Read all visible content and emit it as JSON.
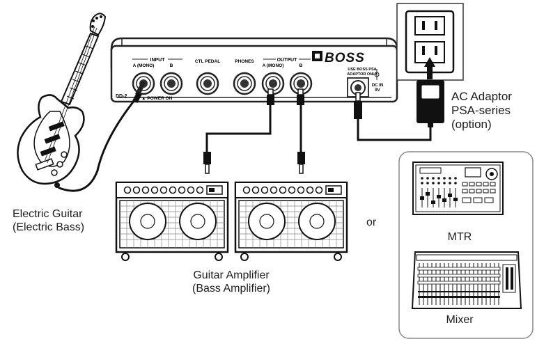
{
  "pedal": {
    "brand": "BOSS",
    "model_partial": "DD-2",
    "input_group": "INPUT",
    "input_a": "A (MONO)",
    "input_b": "B",
    "ctl_pedal": "CTL PEDAL",
    "phones": "PHONES",
    "output_group": "OUTPUT",
    "output_a": "A (MONO)",
    "output_b": "B",
    "power_on": "▲ POWER ON",
    "adaptor_note_line1": "USE BOSS PSA",
    "adaptor_note_line2": "ADAPTOR ONLY",
    "dc_in_line1": "DC IN",
    "dc_in_line2": "9V"
  },
  "labels": {
    "guitar_line1": "Electric Guitar",
    "guitar_line2": "(Electric Bass)",
    "amp_line1": "Guitar Amplifier",
    "amp_line2": "(Bass Amplifier)",
    "adaptor_line1": "AC Adaptor",
    "adaptor_line2": "PSA-series",
    "adaptor_line3": "(option)",
    "or": "or",
    "mtr": "MTR",
    "mixer": "Mixer"
  },
  "icons": [
    "electric-guitar-icon",
    "guitar-amplifier-icon",
    "ac-outlet-icon",
    "ac-adaptor-icon",
    "mtr-recorder-icon",
    "mixer-console-icon"
  ]
}
